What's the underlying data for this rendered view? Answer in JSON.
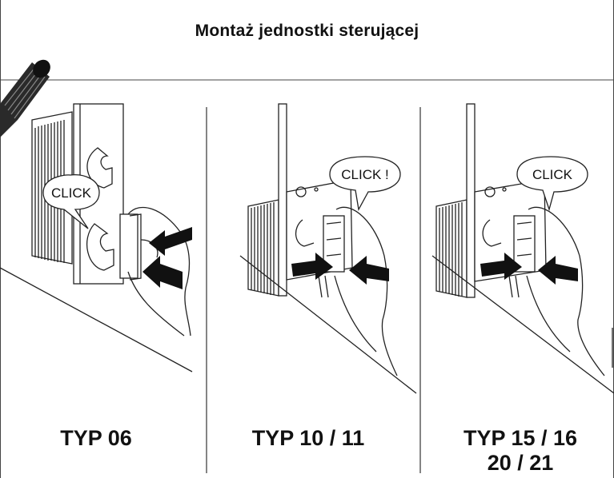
{
  "title": "Montaż jednostki sterującej",
  "panels": [
    {
      "callout": "CLICK",
      "label_lines": [
        "TYP 06"
      ]
    },
    {
      "callout": "CLICK !",
      "label_lines": [
        "TYP 10 / 11"
      ]
    },
    {
      "callout": "CLICK",
      "label_lines": [
        "TYP 15 / 16",
        "20 / 21"
      ]
    }
  ]
}
